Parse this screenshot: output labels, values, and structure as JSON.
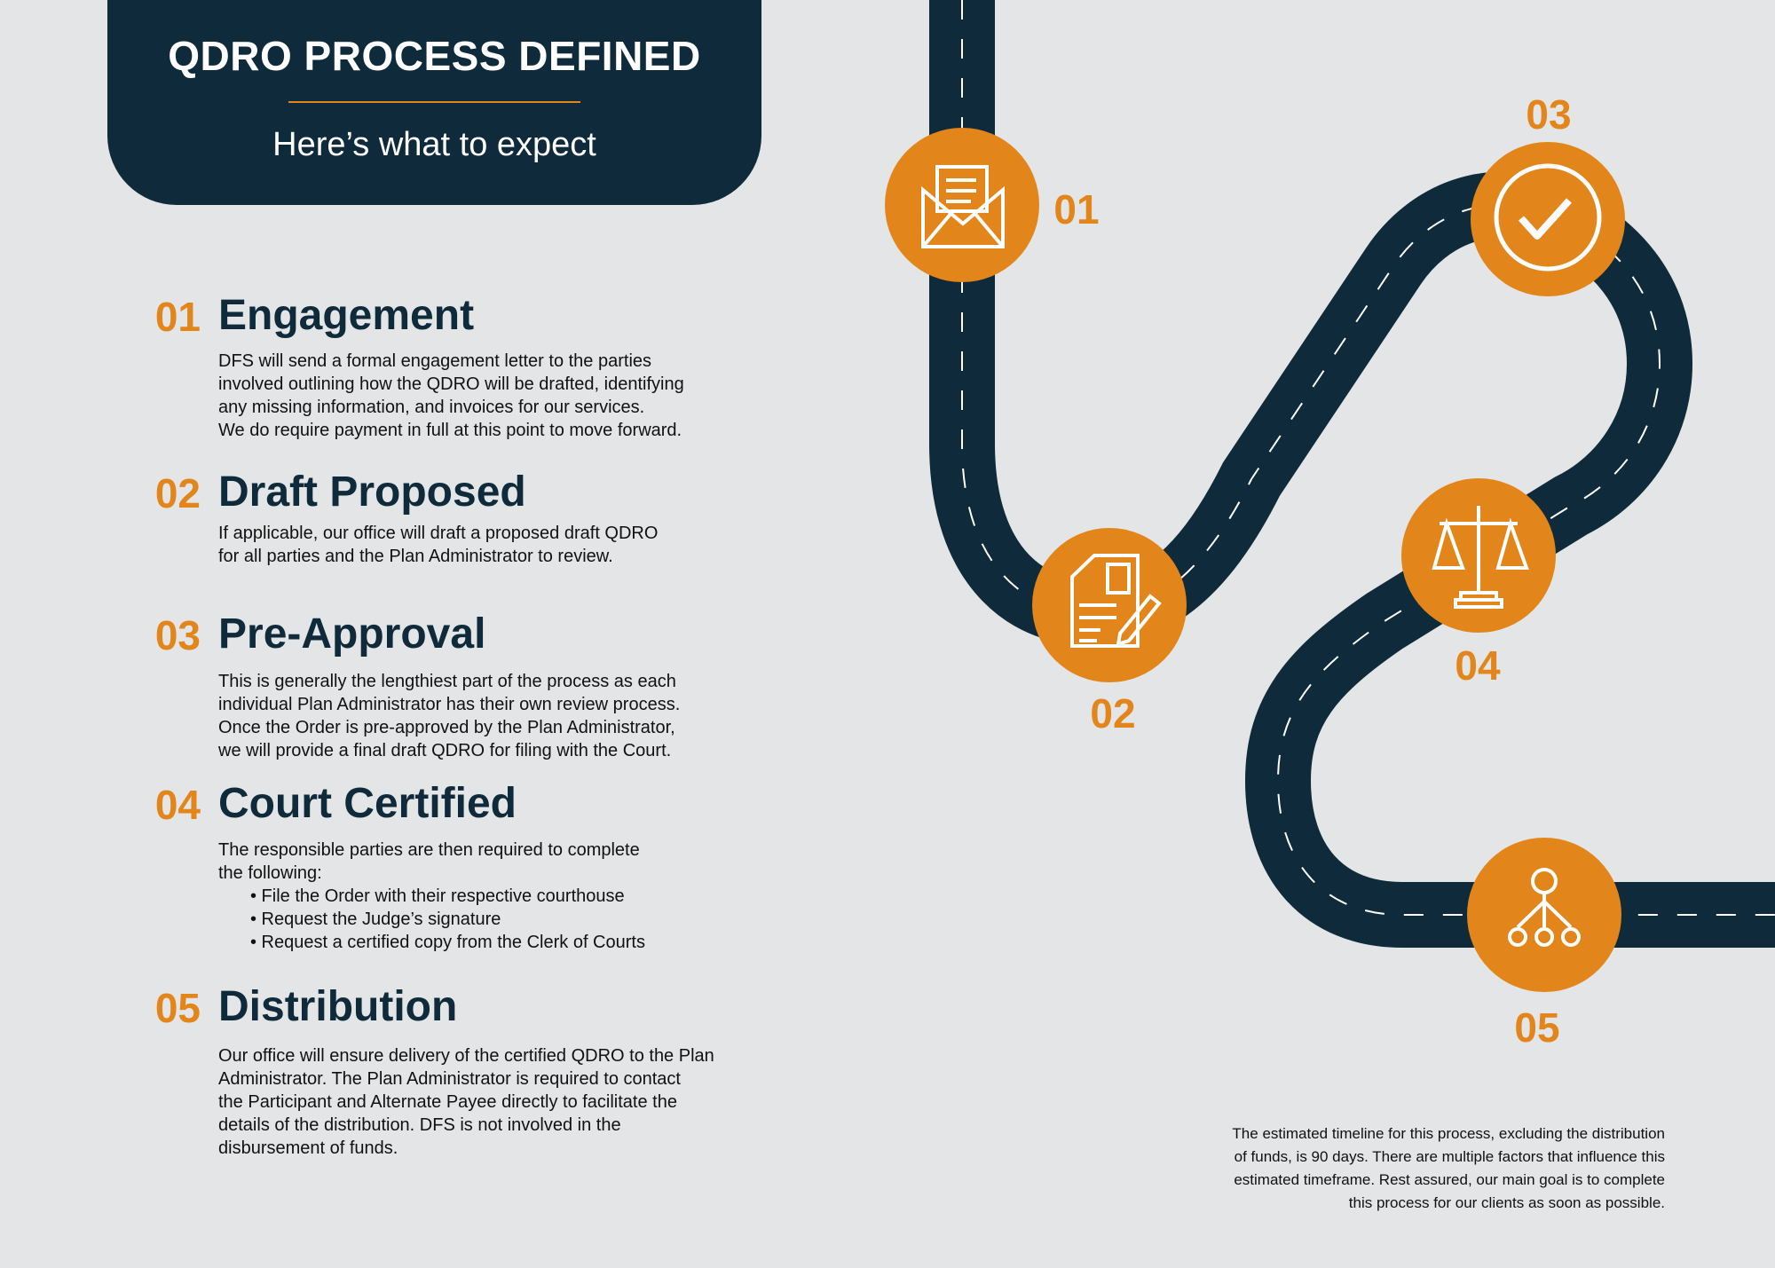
{
  "header": {
    "title": "QDRO PROCESS DEFINED",
    "subtitle": "Here’s what to expect"
  },
  "steps": [
    {
      "number": "01",
      "title": "Engagement",
      "lines": [
        "DFS will send a formal engagement letter to the parties",
        "involved outlining how the QDRO will be drafted, identifying",
        "any missing information, and invoices for our services.",
        "We do require payment in full at this point to move forward."
      ]
    },
    {
      "number": "02",
      "title": "Draft Proposed",
      "lines": [
        "If applicable, our office will draft a proposed draft QDRO",
        "for all parties and the Plan Administrator to review."
      ]
    },
    {
      "number": "03",
      "title": "Pre-Approval",
      "lines": [
        "This is generally the lengthiest part of the process as each",
        "individual Plan Administrator has their own review process.",
        "Once the Order is pre-approved by the Plan Administrator,",
        "we will provide a final draft QDRO for filing with the Court."
      ]
    },
    {
      "number": "04",
      "title": "Court Certified",
      "lines": [
        "The responsible parties are then required to complete",
        "the following:"
      ],
      "bullets": [
        "• File the Order with their respective courthouse",
        "• Request the Judge’s signature",
        "• Request a certified copy from the Clerk of Courts"
      ]
    },
    {
      "number": "05",
      "title": "Distribution",
      "lines": [
        "Our office will ensure delivery of the certified QDRO to the Plan",
        "Administrator. The Plan Administrator is required to contact",
        "the Participant and Alternate Payee directly to facilitate the",
        "details of the distribution. DFS is not involved in the",
        "disbursement of funds."
      ]
    }
  ],
  "milestones": [
    {
      "label": "01",
      "icon": "envelope-letter-icon"
    },
    {
      "label": "02",
      "icon": "document-pencil-icon"
    },
    {
      "label": "03",
      "icon": "check-circle-icon"
    },
    {
      "label": "04",
      "icon": "scales-of-justice-icon"
    },
    {
      "label": "05",
      "icon": "hierarchy-icon"
    }
  ],
  "footer": {
    "lines": [
      "The estimated timeline for this process, excluding the distribution",
      "of funds, is 90 days. There are multiple factors that influence this",
      "estimated timeframe. Rest assured, our main goal is to complete",
      "this process for our clients as soon as possible."
    ]
  },
  "colors": {
    "navy": "#0f2a3a",
    "orange": "#e2861b",
    "background": "#e4e5e6"
  }
}
